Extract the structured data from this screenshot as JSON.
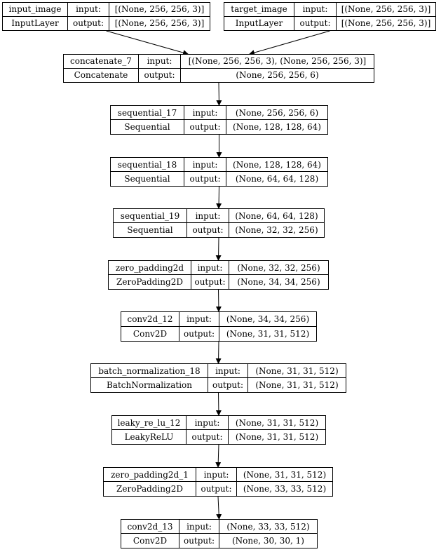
{
  "labels": {
    "input": "input:",
    "output": "output:"
  },
  "nodes": [
    {
      "id": "input_image",
      "name": "input_image",
      "type": "InputLayer",
      "input": "[(None, 256, 256, 3)]",
      "output": "[(None, 256, 256, 3)]"
    },
    {
      "id": "target_image",
      "name": "target_image",
      "type": "InputLayer",
      "input": "[(None, 256, 256, 3)]",
      "output": "[(None, 256, 256, 3)]"
    },
    {
      "id": "concatenate_7",
      "name": "concatenate_7",
      "type": "Concatenate",
      "input": "[(None, 256, 256, 3), (None, 256, 256, 3)]",
      "output": "(None, 256, 256, 6)"
    },
    {
      "id": "sequential_17",
      "name": "sequential_17",
      "type": "Sequential",
      "input": "(None, 256, 256, 6)",
      "output": "(None, 128, 128, 64)"
    },
    {
      "id": "sequential_18",
      "name": "sequential_18",
      "type": "Sequential",
      "input": "(None, 128, 128, 64)",
      "output": "(None, 64, 64, 128)"
    },
    {
      "id": "sequential_19",
      "name": "sequential_19",
      "type": "Sequential",
      "input": "(None, 64, 64, 128)",
      "output": "(None, 32, 32, 256)"
    },
    {
      "id": "zero_padding2d",
      "name": "zero_padding2d",
      "type": "ZeroPadding2D",
      "input": "(None, 32, 32, 256)",
      "output": "(None, 34, 34, 256)"
    },
    {
      "id": "conv2d_12",
      "name": "conv2d_12",
      "type": "Conv2D",
      "input": "(None, 34, 34, 256)",
      "output": "(None, 31, 31, 512)"
    },
    {
      "id": "batch_normalization_18",
      "name": "batch_normalization_18",
      "type": "BatchNormalization",
      "input": "(None, 31, 31, 512)",
      "output": "(None, 31, 31, 512)"
    },
    {
      "id": "leaky_re_lu_12",
      "name": "leaky_re_lu_12",
      "type": "LeakyReLU",
      "input": "(None, 31, 31, 512)",
      "output": "(None, 31, 31, 512)"
    },
    {
      "id": "zero_padding2d_1",
      "name": "zero_padding2d_1",
      "type": "ZeroPadding2D",
      "input": "(None, 31, 31, 512)",
      "output": "(None, 33, 33, 512)"
    },
    {
      "id": "conv2d_13",
      "name": "conv2d_13",
      "type": "Conv2D",
      "input": "(None, 33, 33, 512)",
      "output": "(None, 30, 30, 1)"
    }
  ],
  "edges": [
    [
      "input_image",
      "concatenate_7"
    ],
    [
      "target_image",
      "concatenate_7"
    ],
    [
      "concatenate_7",
      "sequential_17"
    ],
    [
      "sequential_17",
      "sequential_18"
    ],
    [
      "sequential_18",
      "sequential_19"
    ],
    [
      "sequential_19",
      "zero_padding2d"
    ],
    [
      "zero_padding2d",
      "conv2d_12"
    ],
    [
      "conv2d_12",
      "batch_normalization_18"
    ],
    [
      "batch_normalization_18",
      "leaky_re_lu_12"
    ],
    [
      "leaky_re_lu_12",
      "zero_padding2d_1"
    ],
    [
      "zero_padding2d_1",
      "conv2d_13"
    ]
  ]
}
